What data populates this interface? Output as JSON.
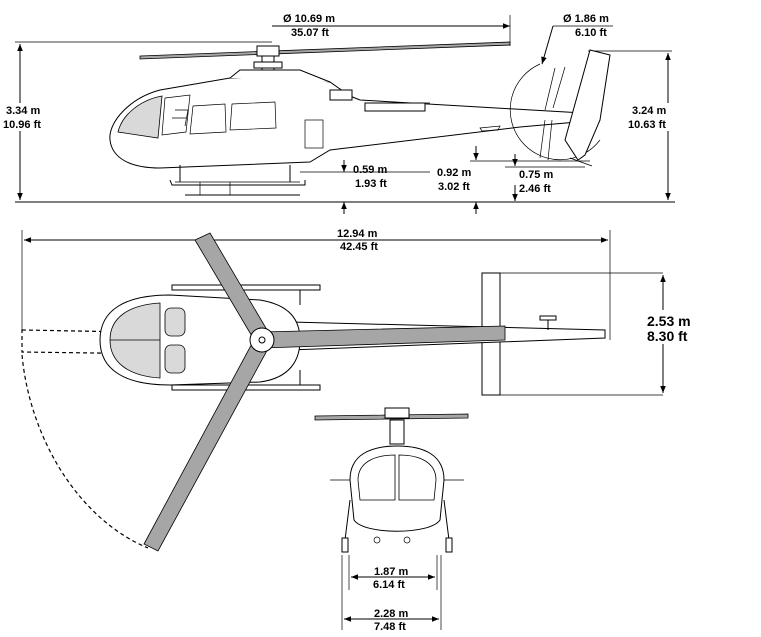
{
  "side_view": {
    "main_rotor_diameter": {
      "metric": "Ø 10.69 m",
      "imperial": "35.07 ft"
    },
    "tail_rotor_diameter": {
      "metric": "Ø 1.86 m",
      "imperial": "6.10 ft"
    },
    "overall_height": {
      "metric": "3.34 m",
      "imperial": "10.96 ft"
    },
    "fin_height": {
      "metric": "3.24 m",
      "imperial": "10.63 ft"
    },
    "fuselage_ground_clearance": {
      "metric": "0.59 m",
      "imperial": "1.93 ft"
    },
    "tail_boom_clearance": {
      "metric": "0.92 m",
      "imperial": "3.02 ft"
    },
    "tail_rotor_clearance": {
      "metric": "0.75 m",
      "imperial": "2.46 ft"
    }
  },
  "top_view": {
    "overall_length": {
      "metric": "12.94 m",
      "imperial": "42.45 ft"
    },
    "stabilizer_span": {
      "metric": "2.53 m",
      "imperial": "8.30 ft"
    }
  },
  "front_view": {
    "skid_inner_width": {
      "metric": "1.87 m",
      "imperial": "6.14 ft"
    },
    "skid_outer_width": {
      "metric": "2.28 m",
      "imperial": "7.48 ft"
    }
  }
}
